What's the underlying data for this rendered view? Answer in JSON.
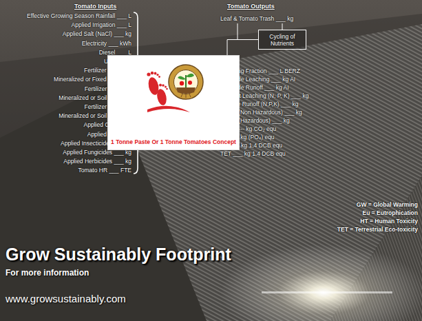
{
  "diagram": {
    "title": "Grow Sustainably Footprint",
    "nodes": [
      {
        "text": [
          "1 Tonne Paste Or 1 Tonne Tomatoes Concept"
        ]
      },
      {
        "text": [
          "Cycling of Nutrients"
        ]
      }
    ],
    "edges": [
      {
        "from": 1,
        "to": 0,
        "arrow": "none"
      }
    ],
    "labels": [
      "Tomato Inputs",
      "Effective Growing Season Rainfall ___ L",
      "Applied Irrigation ___ L",
      "Applied Salt (NaCl) ___ kg",
      "Electricity ___ kWh",
      "Diesel ___ L",
      "ULP ___ L",
      "Fertilizer N ___ kg",
      "Mineralized or Fixed N ___ kg",
      "Fertilizer P ___ kg",
      "Mineralized or Soil P ___ kg",
      "Fertilizer K ___ kg",
      "Mineralized or Soil K ___ kg",
      "Applied Cu ___ kg",
      "Applied S ___ kg",
      "Applied Insecticides ___ kg",
      "Applied Fungicides ___ kg",
      "Applied Herbicides ___ kg",
      "Tomato HR ___ FTE",
      "Tomato Outputs",
      "Leaf & Tomato Trash ___ kg",
      "Leaching Fraction ___ L BERZ",
      "Pesticide Leaching ___ kg AI",
      "Pesticide Runoff ___ kg AI",
      "Nutrient Leaching (N, P, K) ___ kg",
      "Surface Runoff (N,P,K) ___ kg",
      "Waste (Non Hazardous) ___ kg",
      "Waste (Hazardous) ___ kg",
      "GHGe --- kg CO₂ equ",
      "Eu ___ kg (PO₄) equ",
      "HT ___ kg 1,4 DCB equ",
      "TET ___ kg 1,4 DCB equ",
      "GW = Global Warming",
      "Eu = Eutrophication",
      "HT = Human Toxicity",
      "TET = Terrestrial Eco-toxicity",
      "For more information",
      "www.growsustainably.com"
    ]
  }
}
